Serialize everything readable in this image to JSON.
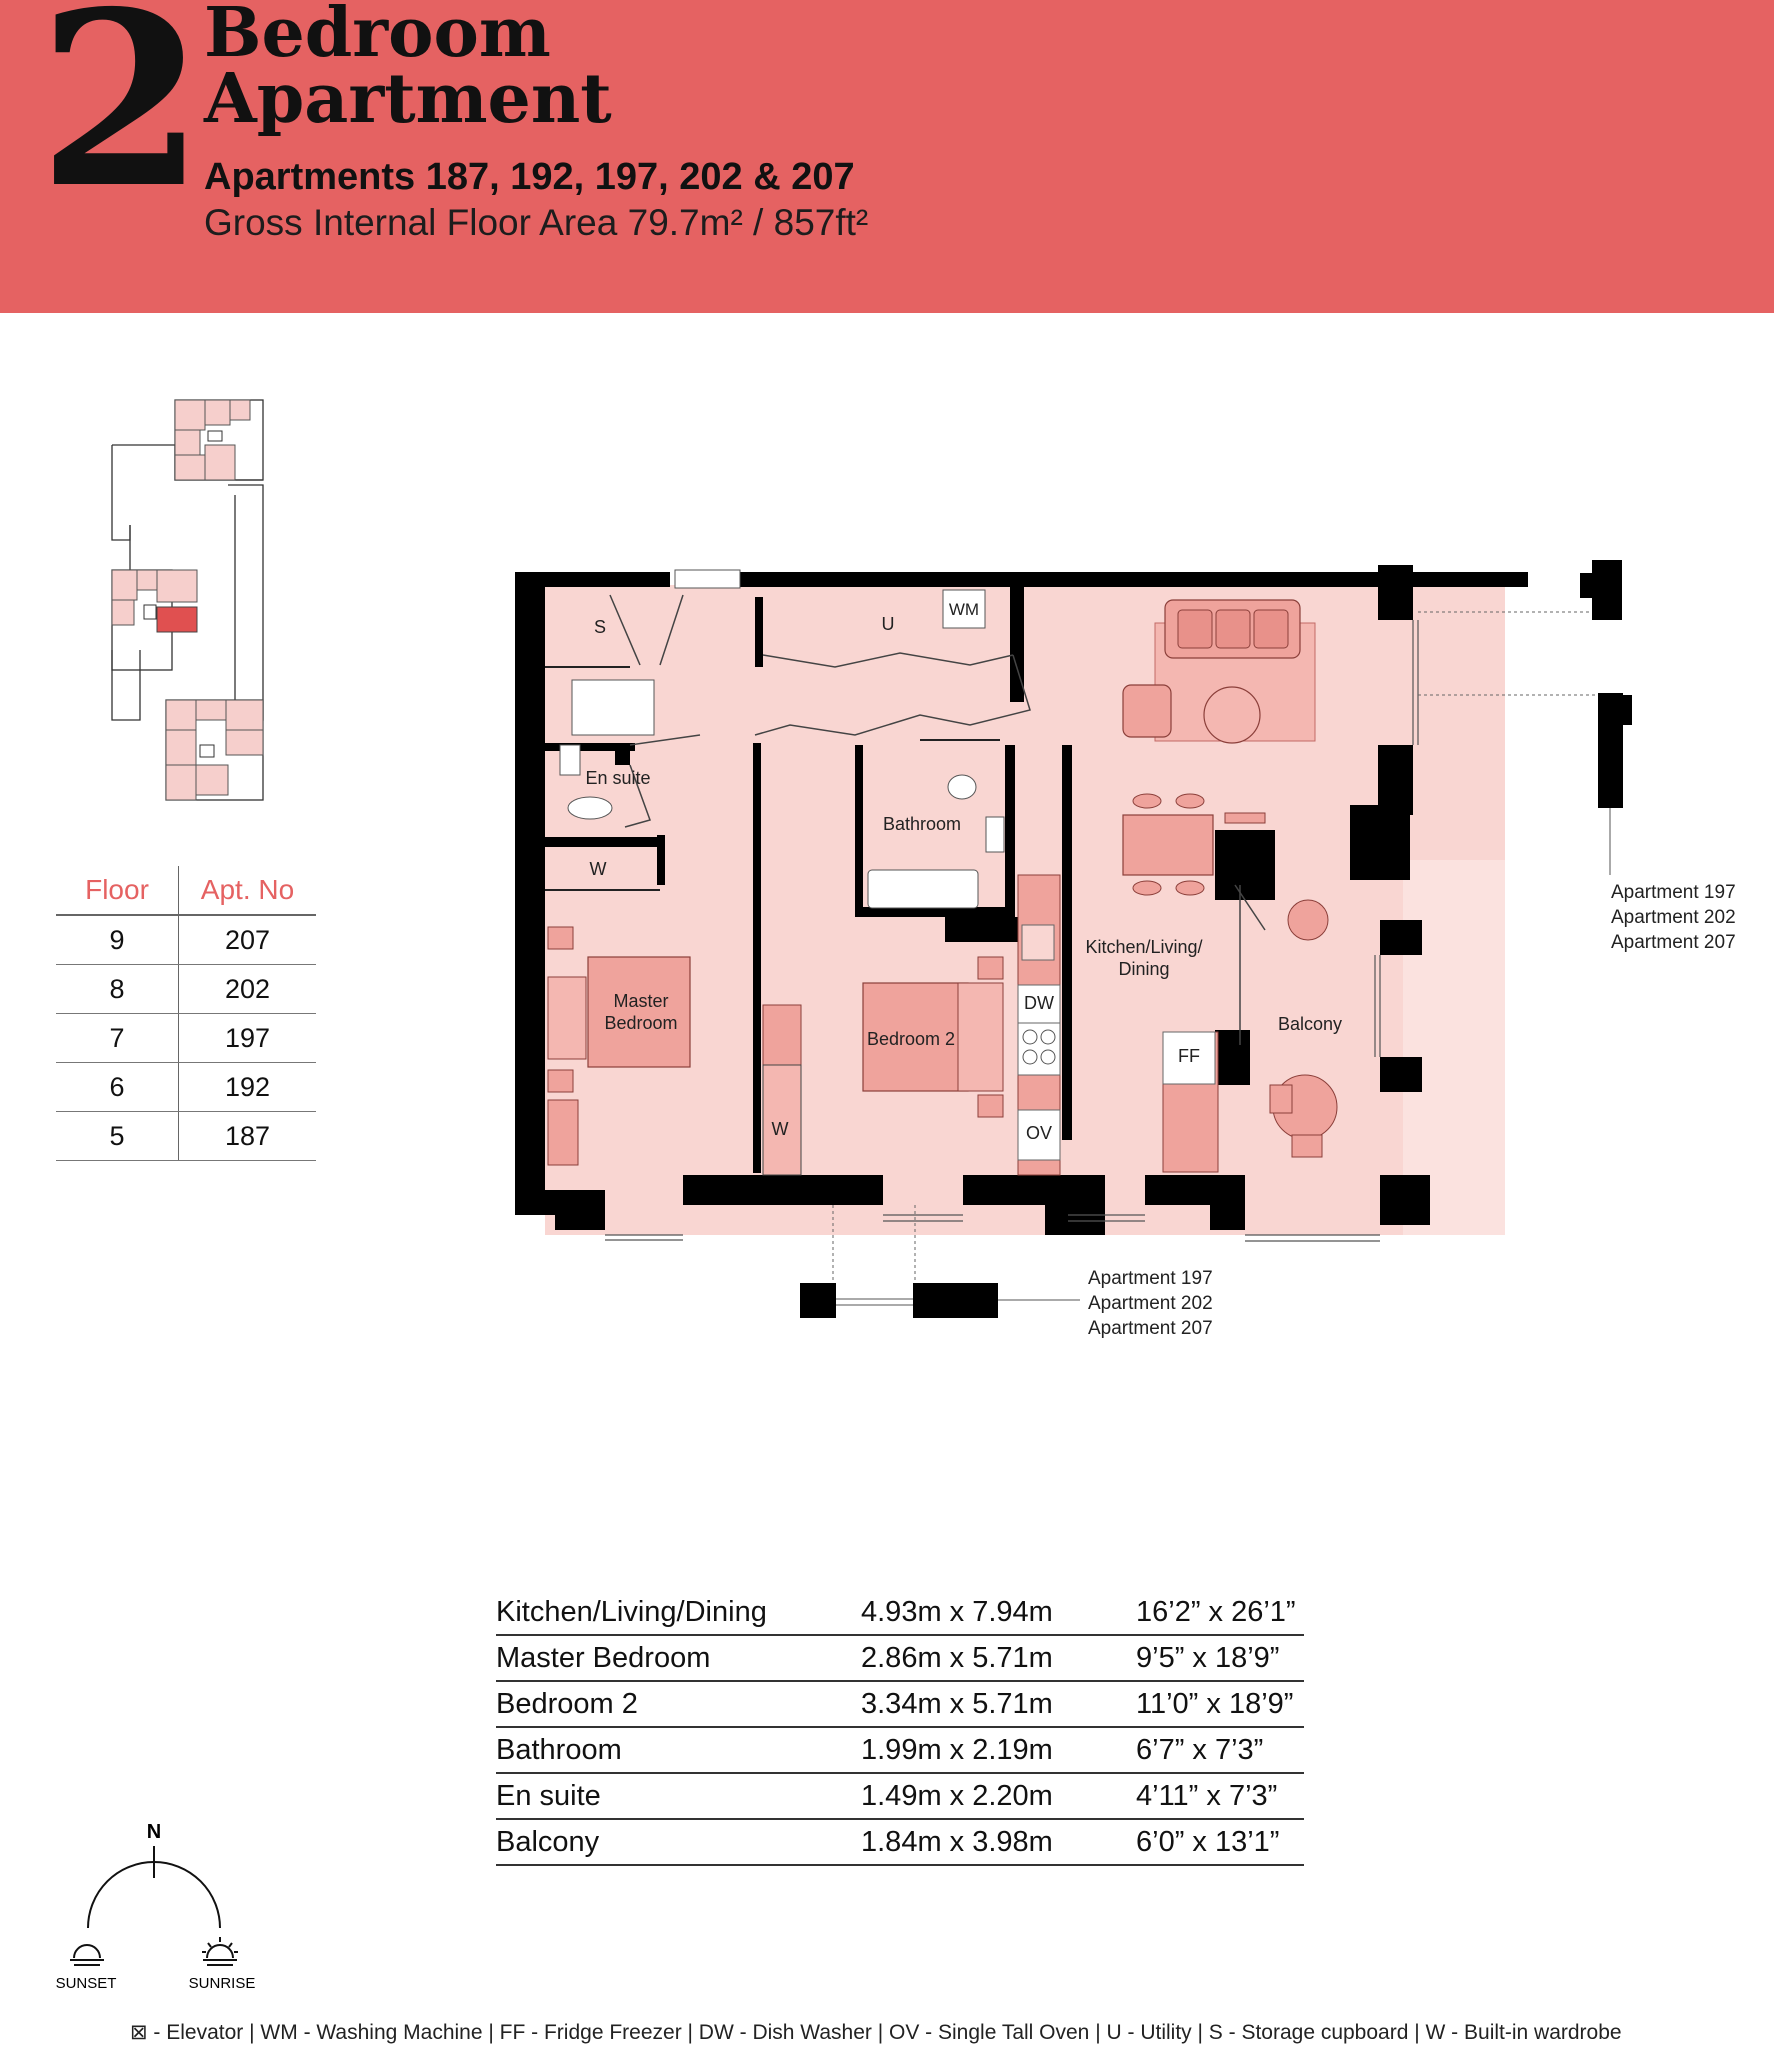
{
  "header": {
    "number": "2",
    "title_line1": "Bedroom",
    "title_line2": "Apartment",
    "apartments": "Apartments 187, 192, 197, 202 & 207",
    "gross_area": "Gross Internal Floor Area 79.7m² / 857ft²"
  },
  "colors": {
    "accent": "#e56262",
    "floor_fill": "#f9d6d2",
    "furniture_fill": "#efa39c",
    "wall": "#000000"
  },
  "floor_table": {
    "col_floor": "Floor",
    "col_apt": "Apt. No",
    "rows": [
      {
        "floor": "9",
        "apt": "207"
      },
      {
        "floor": "8",
        "apt": "202"
      },
      {
        "floor": "7",
        "apt": "197"
      },
      {
        "floor": "6",
        "apt": "192"
      },
      {
        "floor": "5",
        "apt": "187"
      }
    ]
  },
  "plan_labels": {
    "s": "S",
    "u": "U",
    "wm": "WM",
    "en_suite": "En suite",
    "bathroom": "Bathroom",
    "w1": "W",
    "w2": "W",
    "master_1": "Master",
    "master_2": "Bedroom",
    "bedroom2": "Bedroom 2",
    "kitchen_1": "Kitchen/Living/",
    "kitchen_2": "Dining",
    "dw": "DW",
    "ov": "OV",
    "ff": "FF",
    "balcony": "Balcony"
  },
  "apartment_notes_right": [
    "Apartment 197",
    "Apartment 202",
    "Apartment 207"
  ],
  "apartment_notes_bottom": [
    "Apartment 197",
    "Apartment 202",
    "Apartment 207"
  ],
  "rooms": [
    {
      "name": "Kitchen/Living/Dining",
      "metric": "4.93m x 7.94m",
      "imperial": "16’2” x 26’1”"
    },
    {
      "name": "Master Bedroom",
      "metric": "2.86m x 5.71m",
      "imperial": "9’5” x 18’9”"
    },
    {
      "name": "Bedroom 2",
      "metric": "3.34m x 5.71m",
      "imperial": "11’0” x 18’9”"
    },
    {
      "name": "Bathroom",
      "metric": "1.99m x 2.19m",
      "imperial": "6’7” x 7’3”"
    },
    {
      "name": "En suite",
      "metric": "1.49m x 2.20m",
      "imperial": "4’11” x 7’3”"
    },
    {
      "name": "Balcony",
      "metric": "1.84m x 3.98m",
      "imperial": "6’0” x 13’1”"
    }
  ],
  "compass": {
    "north": "N",
    "sunset": "SUNSET",
    "sunrise": "SUNRISE"
  },
  "legend": "⊠ - Elevator | WM - Washing Machine | FF - Fridge Freezer | DW - Dish Washer | OV - Single Tall Oven | U - Utility | S - Storage cupboard | W - Built-in wardrobe"
}
